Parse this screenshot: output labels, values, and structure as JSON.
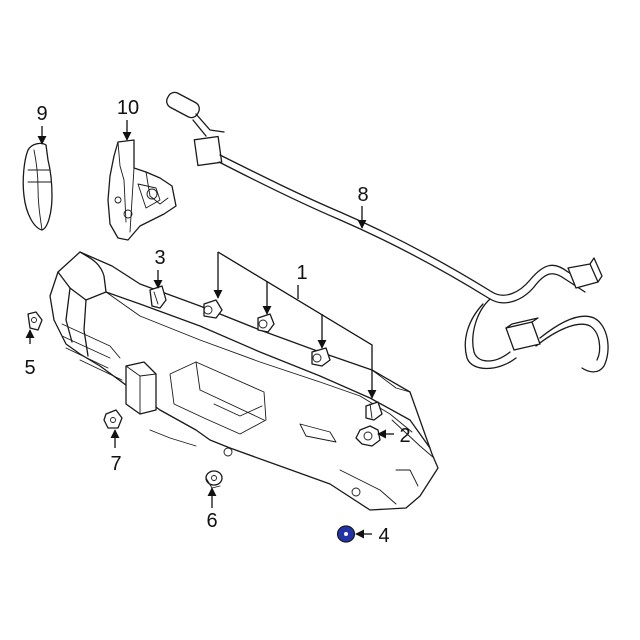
{
  "diagram": {
    "callouts": [
      {
        "id": "1",
        "text": "1"
      },
      {
        "id": "2",
        "text": "2"
      },
      {
        "id": "3",
        "text": "3"
      },
      {
        "id": "4",
        "text": "4"
      },
      {
        "id": "5",
        "text": "5"
      },
      {
        "id": "6",
        "text": "6"
      },
      {
        "id": "7",
        "text": "7"
      },
      {
        "id": "8",
        "text": "8"
      },
      {
        "id": "9",
        "text": "9"
      },
      {
        "id": "10",
        "text": "10"
      }
    ],
    "highlight_color": "#2233aa"
  }
}
